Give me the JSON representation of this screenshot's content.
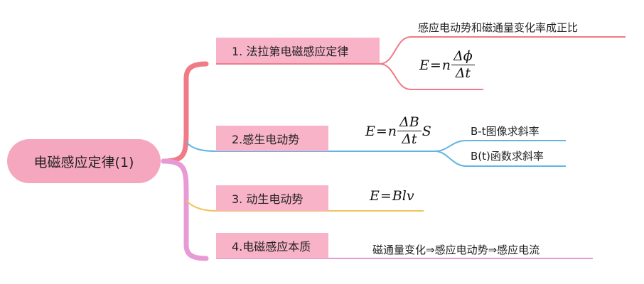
{
  "root": {
    "label": "电磁感应定律(1)"
  },
  "topics": [
    {
      "label": "1. 法拉第电磁感应定律",
      "children": [
        {
          "text": "感应电动势和磁通量变化率成正比"
        },
        {
          "formula": {
            "lhs": "E",
            "eq": "=",
            "coef": "n",
            "num": "Δϕ",
            "den": "Δt"
          }
        }
      ]
    },
    {
      "label": "2.感生电动势",
      "formula": {
        "lhs": "E",
        "eq": "=",
        "coef": "n",
        "num": "ΔB",
        "den": "Δt",
        "tail": "S"
      },
      "children": [
        {
          "text": "B-t图像求斜率"
        },
        {
          "text": "B(t)函数求斜率"
        }
      ]
    },
    {
      "label": "3. 动生电动势",
      "formula": {
        "lhs": "E",
        "eq": "=",
        "rhs": "Blv"
      }
    },
    {
      "label": "4.电磁感应本质",
      "children": [
        {
          "text": "磁通量变化⇒感应电动势⇒感应电流"
        }
      ]
    }
  ],
  "colors": {
    "root_fill": "#f6a7c0",
    "topic_fill": "#f8b3c9",
    "branch_1": "#f07a86",
    "branch_2": "#62b4e2",
    "branch_3": "#f2c35b",
    "branch_4": "#e79ad6"
  }
}
